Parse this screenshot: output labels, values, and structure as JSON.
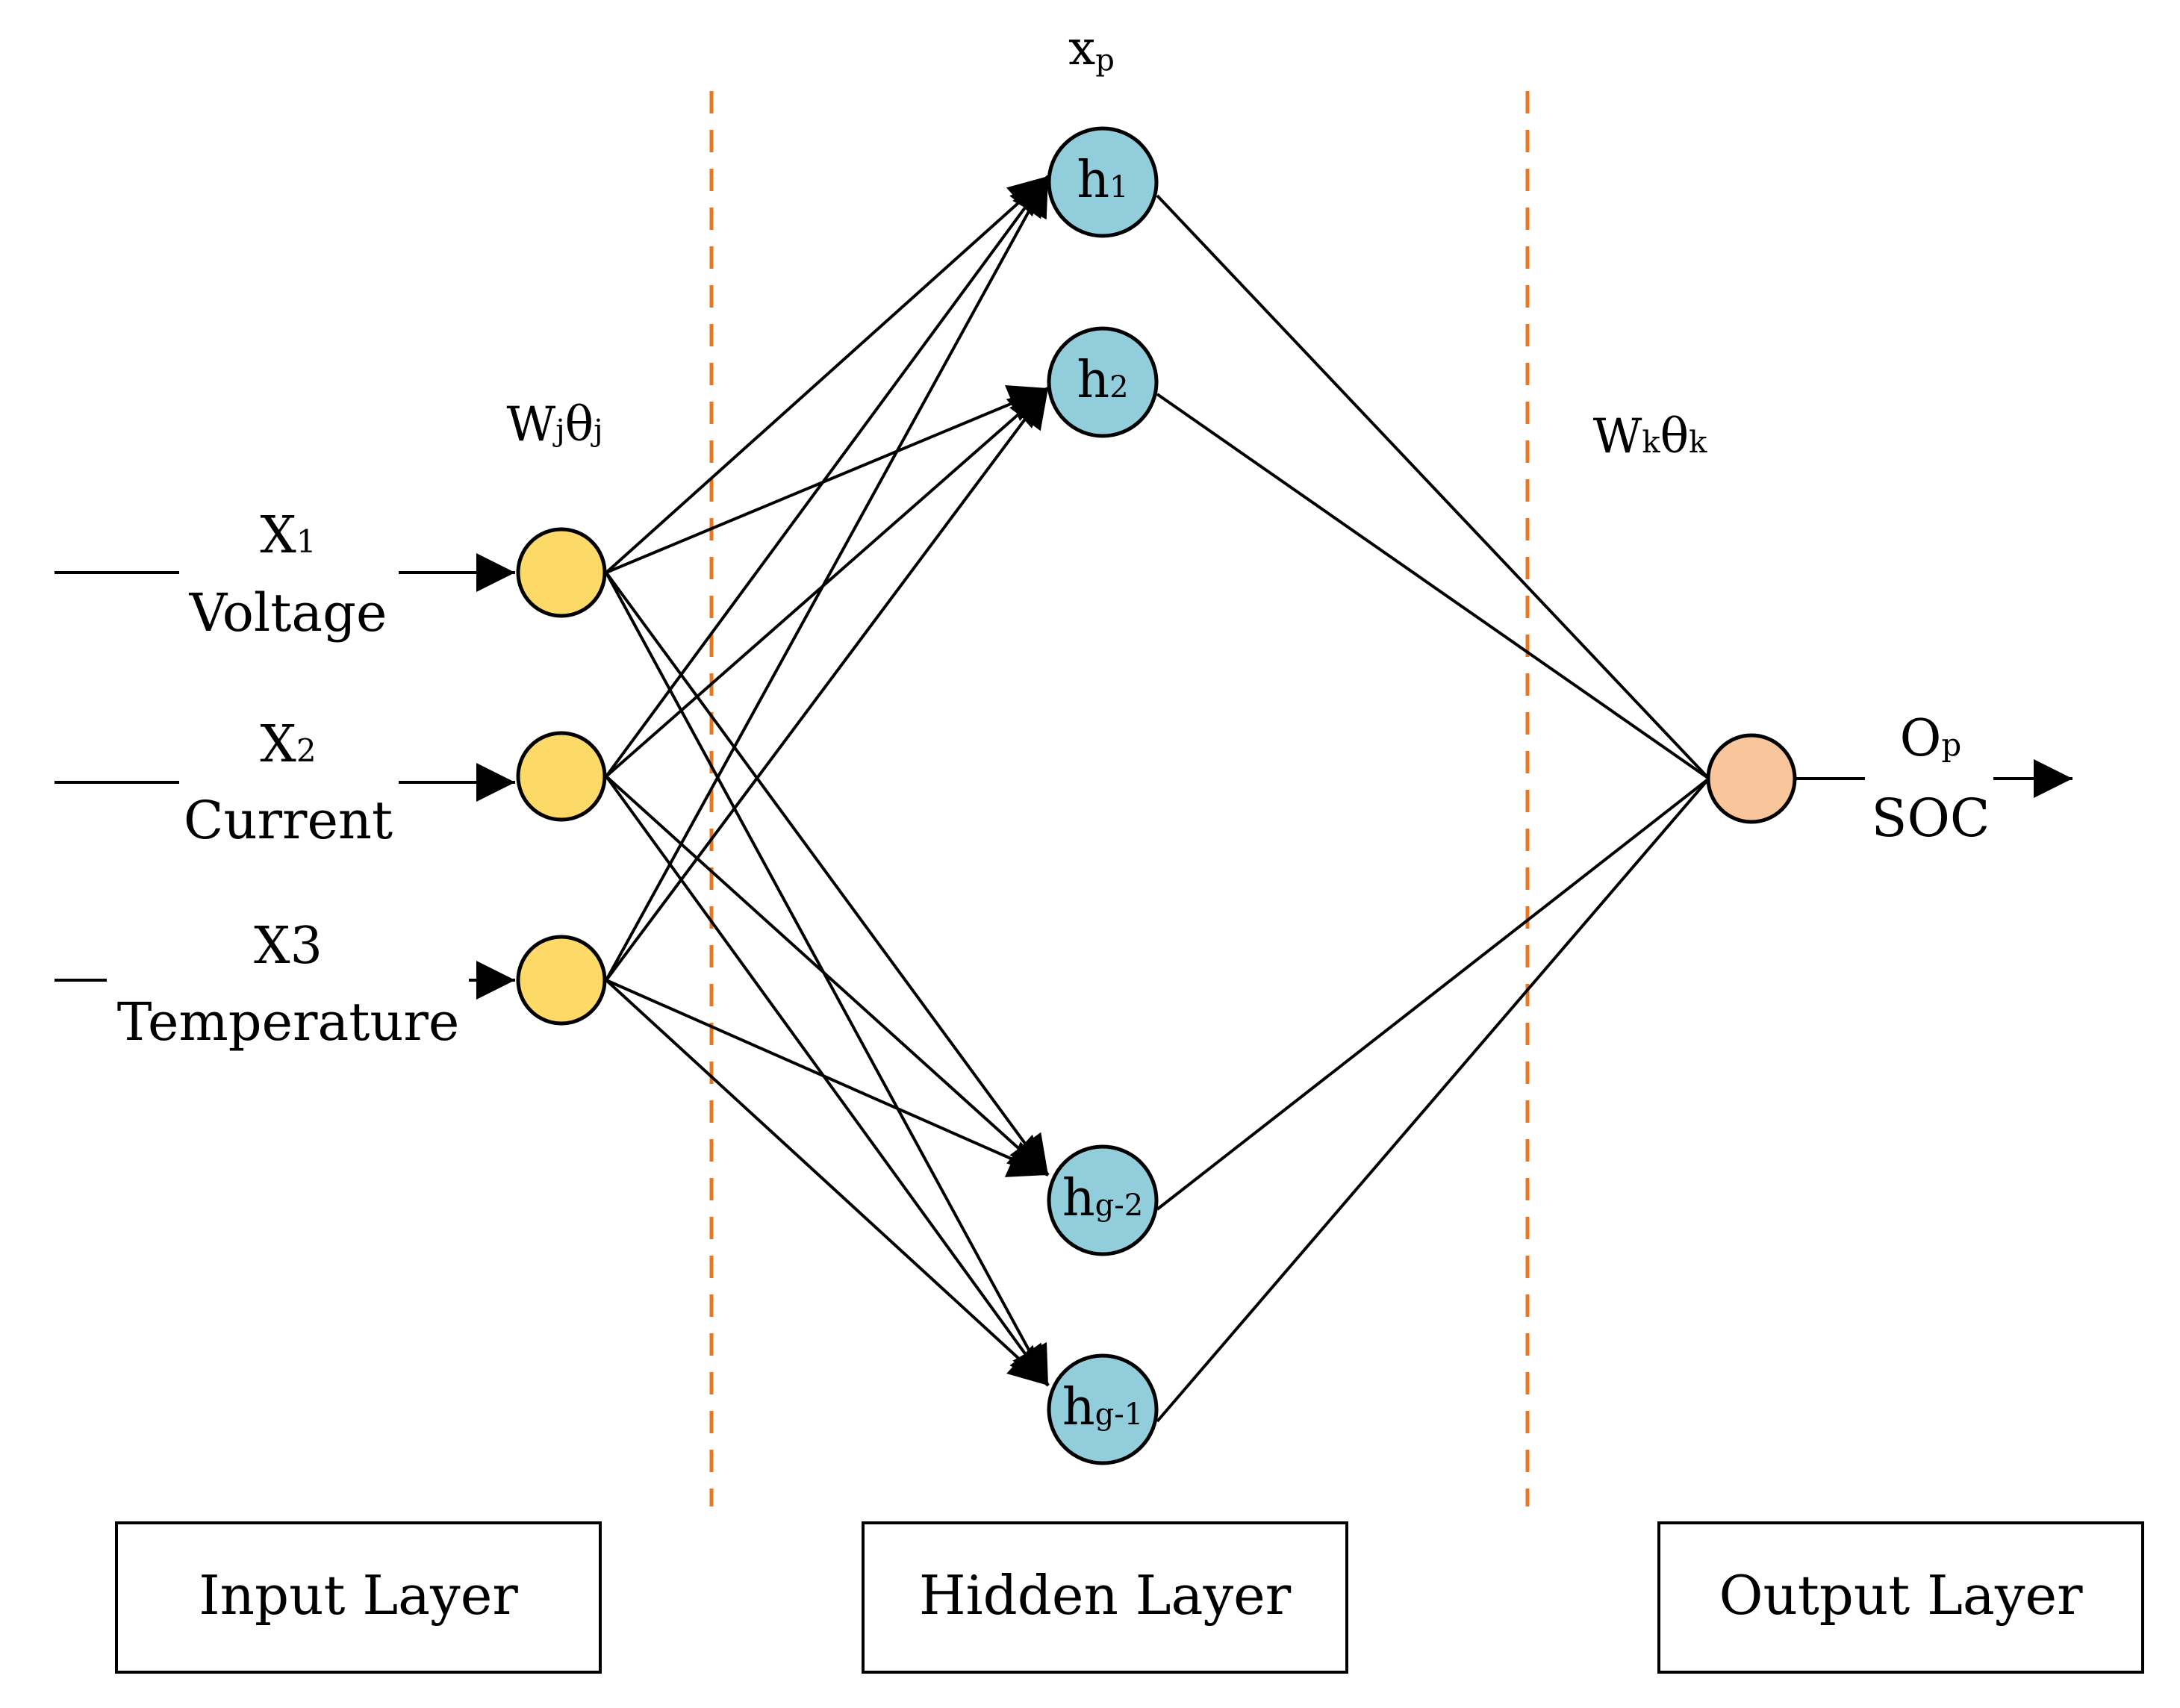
{
  "colors": {
    "input_node": "#FDD967",
    "hidden_node": "#92CDDC",
    "output_node": "#F9C59A",
    "divider": "#E87722",
    "line": "#000000"
  },
  "inputs": [
    {
      "var": "X",
      "sub": "1",
      "name": "Voltage"
    },
    {
      "var": "X",
      "sub": "2",
      "name": "Current"
    },
    {
      "var": "X3",
      "sub": "",
      "name": "Temperature"
    }
  ],
  "hidden": [
    {
      "base": "h",
      "sub": "1"
    },
    {
      "base": "h",
      "sub": "2"
    },
    {
      "base": "h",
      "sub": "g-2"
    },
    {
      "base": "h",
      "sub": "g-1"
    }
  ],
  "hidden_label": {
    "base": "x",
    "sub": "p"
  },
  "weights_input": {
    "w": "W",
    "w_sub": "j",
    "t": "θ",
    "t_sub": "j"
  },
  "weights_output": {
    "w": "W",
    "w_sub": "k",
    "t": "θ",
    "t_sub": "k"
  },
  "output": {
    "base": "O",
    "sub": "p",
    "name": "SOC"
  },
  "layers": [
    "Input Layer",
    "Hidden Layer",
    "Output Layer"
  ]
}
